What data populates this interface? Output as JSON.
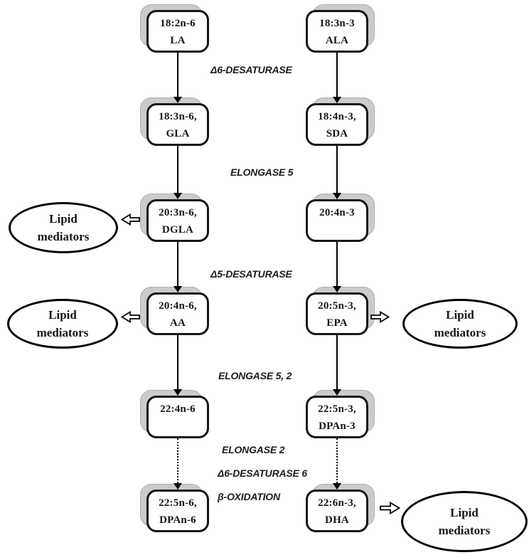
{
  "diagram": {
    "description": "PUFA biosynthesis pathway diagram: omega-6 (left) and omega-3 (right) fatty acid conversion chains with enzyme step labels and lipid mediator outputs"
  },
  "nodes": {
    "la": {
      "line1": "18:2n-6",
      "line2": "LA"
    },
    "ala": {
      "line1": "18:3n-3",
      "line2": "ALA"
    },
    "gla": {
      "line1": "18:3n-6,",
      "line2": "GLA"
    },
    "sda": {
      "line1": "18:4n-3,",
      "line2": "SDA"
    },
    "dgla": {
      "line1": "20:3n-6,",
      "line2": "DGLA"
    },
    "eta": {
      "line1": "20:4n-3",
      "line2": ""
    },
    "aa": {
      "line1": "20:4n-6,",
      "line2": "AA"
    },
    "epa": {
      "line1": "20:5n-3,",
      "line2": "EPA"
    },
    "dta": {
      "line1": "22:4n-6",
      "line2": ""
    },
    "dpan3": {
      "line1": "22:5n-3,",
      "line2": "DPAn-3"
    },
    "dpan6": {
      "line1": "22:5n-6,",
      "line2": "DPAn-6"
    },
    "dha": {
      "line1": "22:6n-3,",
      "line2": "DHA"
    }
  },
  "enzymes": {
    "d6_desaturase": "Δ6-DESATURASE",
    "elongase_5": "ELONGASE 5",
    "d5_desaturase": "Δ5-DESATURASE",
    "elongase_5_2": "ELONGASE 5, 2",
    "elongase_2": "ELONGASE 2",
    "d6_desaturase_6": "Δ6-DESATURASE 6",
    "beta_oxidation": "β-OXIDATION"
  },
  "mediators": {
    "line1": "Lipid",
    "line2": "mediators"
  },
  "colors": {
    "background": "#ffffff",
    "node_fill": "#ffffff",
    "node_border": "#161616",
    "node_shadow": "#cbcbcb",
    "text": "#161616",
    "arrow": "#000000"
  }
}
